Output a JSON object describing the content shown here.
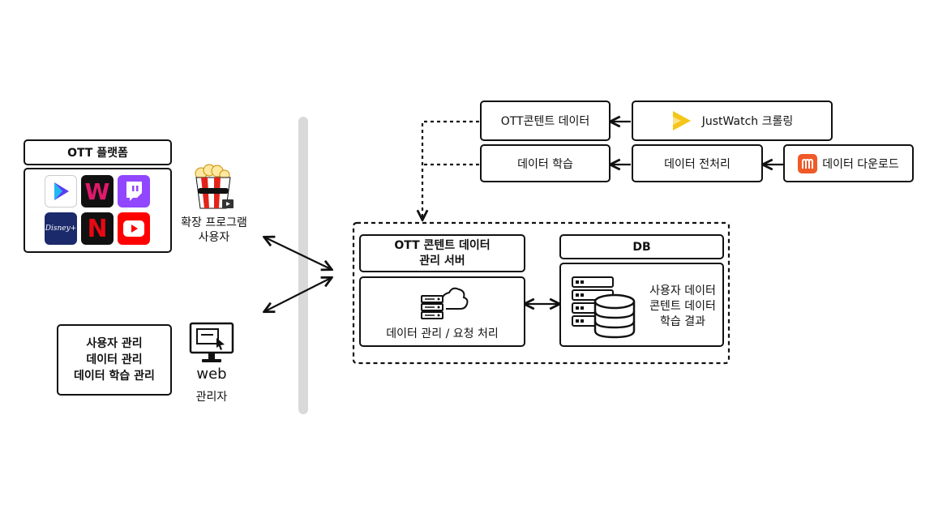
{
  "platform": {
    "title": "OTT 플랫폼",
    "apps": [
      {
        "icon": "play-app-icon",
        "color": "#5b3df5"
      },
      {
        "icon": "watcha-app-icon",
        "color": "#e0196b"
      },
      {
        "icon": "twitch-app-icon",
        "color": "#9146ff"
      },
      {
        "icon": "disney-plus-app-icon",
        "color": "#1b2a6b",
        "text": "Disney+"
      },
      {
        "icon": "netflix-app-icon",
        "color": "#e50914"
      },
      {
        "icon": "youtube-app-icon",
        "color": "#ff0000"
      }
    ]
  },
  "extension_user": {
    "label_line1": "확장 프로그램",
    "label_line2": "사용자"
  },
  "admin": {
    "tasks": [
      "사용자 관리",
      "데이터 관리",
      "데이터 학습 관리"
    ],
    "web_label": "web",
    "role_label": "관리자"
  },
  "pipeline": {
    "ott_content_data": "OTT콘텐트 데이터",
    "justwatch_crawling": "JustWatch 크롤링",
    "data_learning": "데이터 학습",
    "data_preprocessing": "데이터 전처리",
    "data_download": "데이터 다운로드"
  },
  "server": {
    "title_line1": "OTT 콘텐트 데이터",
    "title_line2": "관리 서버",
    "function_label": "데이터 관리 / 요청 처리"
  },
  "db": {
    "title": "DB",
    "contents": [
      "사용자 데이터",
      "콘텐트 데이터",
      "학습 결과"
    ]
  },
  "colors": {
    "line": "#111111",
    "divider": "#d9d9d9",
    "justwatch": "#f5c518",
    "download_icon": "#f05a28"
  }
}
